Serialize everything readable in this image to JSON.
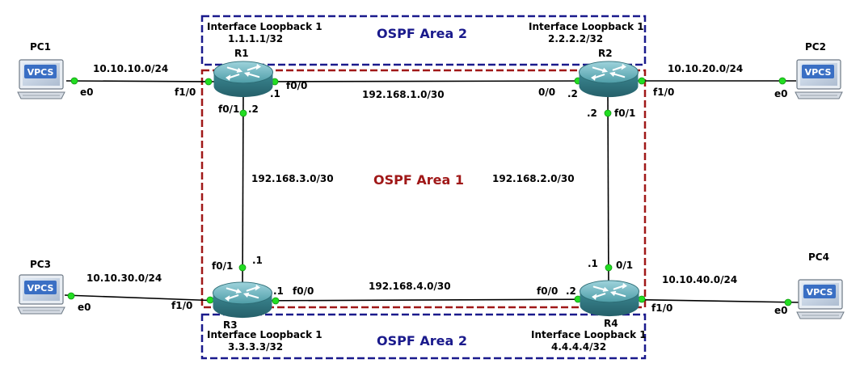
{
  "areas": {
    "top": "OSPF Area 2",
    "middle": "OSPF Area 1",
    "bottom": "OSPF Area 2"
  },
  "routers": {
    "r1": {
      "name": "R1",
      "loopback_title": "Interface Loopback 1",
      "loopback_ip": "1.1.1.1/32"
    },
    "r2": {
      "name": "R2",
      "loopback_title": "Interface Loopback 1",
      "loopback_ip": "2.2.2.2/32"
    },
    "r3": {
      "name": "R3",
      "loopback_title": "Interface Loopback 1",
      "loopback_ip": "3.3.3.3/32"
    },
    "r4": {
      "name": "R4",
      "loopback_title": "Interface Loopback 1",
      "loopback_ip": "4.4.4.4/32"
    }
  },
  "pcs": {
    "pc1": {
      "name": "PC1",
      "badge": "VPCS",
      "iface": "e0"
    },
    "pc2": {
      "name": "PC2",
      "badge": "VPCS",
      "iface": "e0"
    },
    "pc3": {
      "name": "PC3",
      "badge": "VPCS",
      "iface": "e0"
    },
    "pc4": {
      "name": "PC4",
      "badge": "VPCS",
      "iface": "e0"
    }
  },
  "subnets": {
    "pc1_r1": "10.10.10.0/24",
    "pc2_r2": "10.10.20.0/24",
    "pc3_r3": "10.10.30.0/24",
    "pc4_r4": "10.10.40.0/24",
    "r1_r2": "192.168.1.0/30",
    "r2_r4": "192.168.2.0/30",
    "r1_r3": "192.168.3.0/30",
    "r3_r4": "192.168.4.0/30"
  },
  "ports": {
    "r1_f1_0": "f1/0",
    "r1_f0_0": "f0/0",
    "r1_f0_0_host": ".1",
    "r1_f0_1": "f0/1",
    "r1_f0_1_host": ".2",
    "r2_0_0": "0/0",
    "r2_0_0_host": ".2",
    "r2_f1_0": "f1/0",
    "r2_f0_1": "f0/1",
    "r2_f0_1_host": ".2",
    "r3_f1_0": "f1/0",
    "r3_f0_1": "f0/1",
    "r3_f0_1_host": ".1",
    "r3_f0_0": "f0/0",
    "r3_f0_0_host": ".1",
    "r4_0_1": "0/1",
    "r4_0_1_host": ".1",
    "r4_f0_0": "f0/0",
    "r4_f0_0_host": ".2",
    "r4_f1_0": "f1/0"
  },
  "colors": {
    "area2_border": "#1a1a8c",
    "area1_border": "#a01818",
    "link_dot": "#22dd22",
    "router_body": "#3f8f9a",
    "vpcs_badge": "#3a6fc4"
  }
}
